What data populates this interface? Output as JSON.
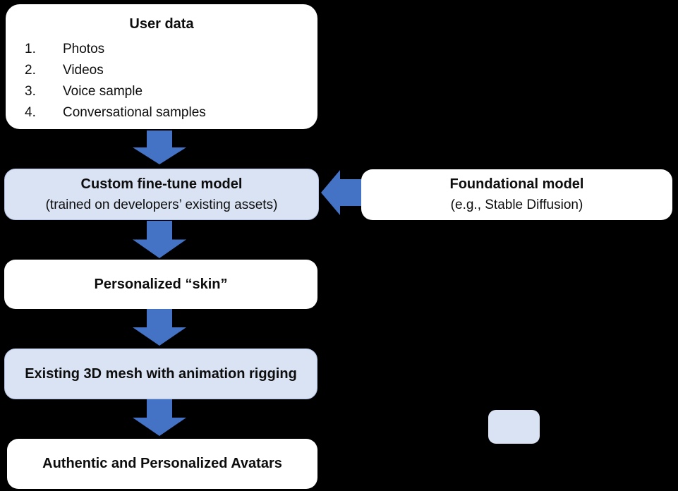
{
  "diagram": {
    "colors": {
      "background": "#000000",
      "arrow": "#4472C4",
      "box_light_blue": "#DAE3F3",
      "box_white": "#FFFFFF",
      "text": "#0d0d0d"
    },
    "nodes": {
      "user_data": {
        "title": "User data",
        "items": [
          {
            "num": "1.",
            "label": "Photos"
          },
          {
            "num": "2.",
            "label": "Videos"
          },
          {
            "num": "3.",
            "label": "Voice sample"
          },
          {
            "num": "4.",
            "label": "Conversational samples"
          }
        ]
      },
      "custom_model": {
        "title": "Custom fine-tune model",
        "subtitle": "(trained on developers’ existing assets)"
      },
      "foundational_model": {
        "title": "Foundational model",
        "subtitle": "(e.g., Stable Diffusion)"
      },
      "personalized_skin": {
        "title": "Personalized “skin”"
      },
      "mesh": {
        "title": "Existing 3D mesh with animation rigging"
      },
      "avatars": {
        "title": "Authentic and Personalized Avatars"
      }
    }
  }
}
